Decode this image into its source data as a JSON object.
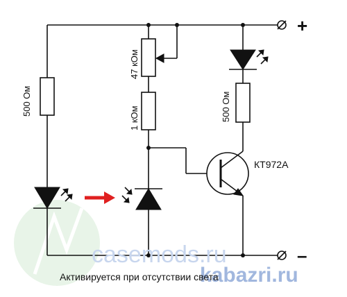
{
  "labels": {
    "r_left": "500 Ом",
    "r_pot": "47 кОм",
    "r_mid": "1 кОм",
    "r_right": "500 Ом",
    "transistor": "КТ972А",
    "plus": "+",
    "minus": "–"
  },
  "caption": "Активируется при отсутствии света",
  "watermarks": {
    "primary": "casemods.ru",
    "secondary": "kabazri.ru"
  },
  "colors": {
    "line": "#111111",
    "light_arrow": "#e02020",
    "watermark_blue": "#8aa6d6",
    "watermark_green": "#d6ecd6"
  }
}
